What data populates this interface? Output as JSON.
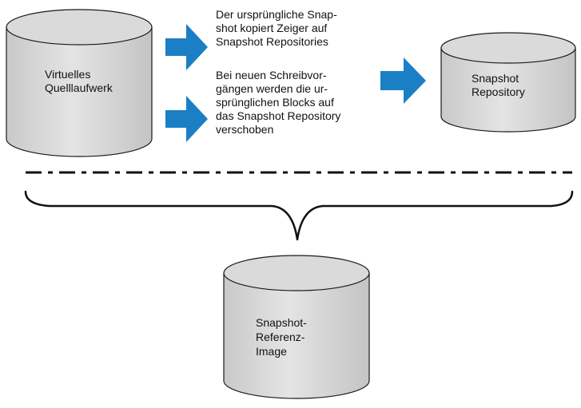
{
  "diagram": {
    "source_volume": {
      "label_lines": [
        "Virtuelles",
        "Quelllaufwerk"
      ]
    },
    "repository": {
      "label_lines": [
        "Snapshot",
        "Repository"
      ]
    },
    "reference_image": {
      "label_lines": [
        "Snapshot-",
        "Referenz-",
        "Image"
      ]
    },
    "top_note": {
      "lines": [
        "Der ursprüngliche Snap-",
        "shot kopiert Zeiger auf",
        "Snapshot Repositories"
      ]
    },
    "bottom_note": {
      "lines": [
        "Bei neuen Schreibvor-",
        "gängen werden die ur-",
        "sprünglichen Blocks auf",
        "das Snapshot Repository",
        "verschoben"
      ]
    },
    "colors": {
      "cylinder_fill": "#d9d9d9",
      "cylinder_stroke": "#1a1a1a",
      "arrow": "#1a7fc4",
      "line": "#111111"
    }
  }
}
